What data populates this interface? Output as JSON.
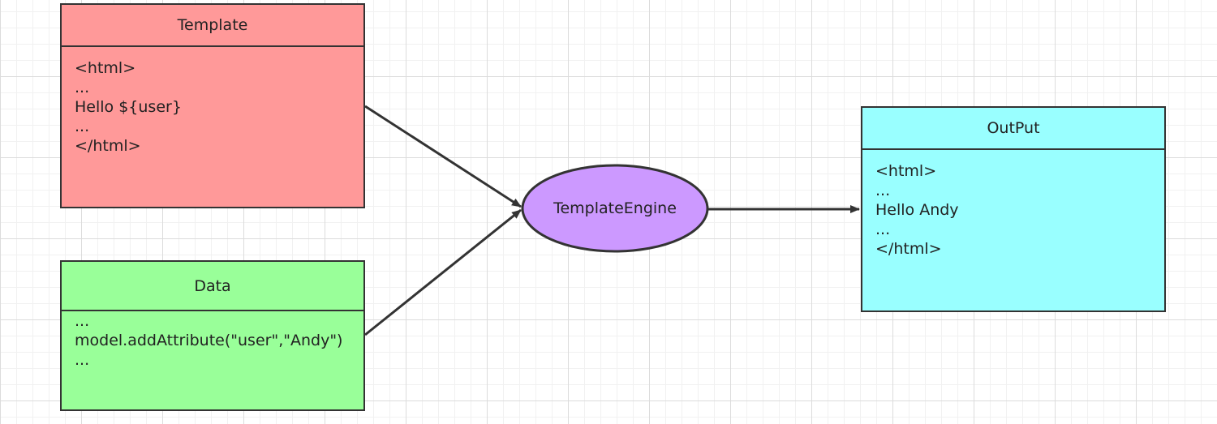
{
  "colors": {
    "template": "#ff9999",
    "data": "#99ff99",
    "engine": "#cc99ff",
    "output": "#99ffff",
    "stroke": "#333333"
  },
  "template": {
    "title": "Template",
    "lines": [
      "<html>",
      "...",
      "Hello ${user}",
      "...",
      "</html>"
    ]
  },
  "data": {
    "title": "Data",
    "lines": [
      "...",
      "model.addAttribute(\"user\",\"Andy\")",
      "..."
    ]
  },
  "engine": {
    "label": "TemplateEngine"
  },
  "output": {
    "title": "OutPut",
    "lines": [
      "<html>",
      "...",
      "Hello Andy",
      "...",
      "</html>"
    ]
  }
}
